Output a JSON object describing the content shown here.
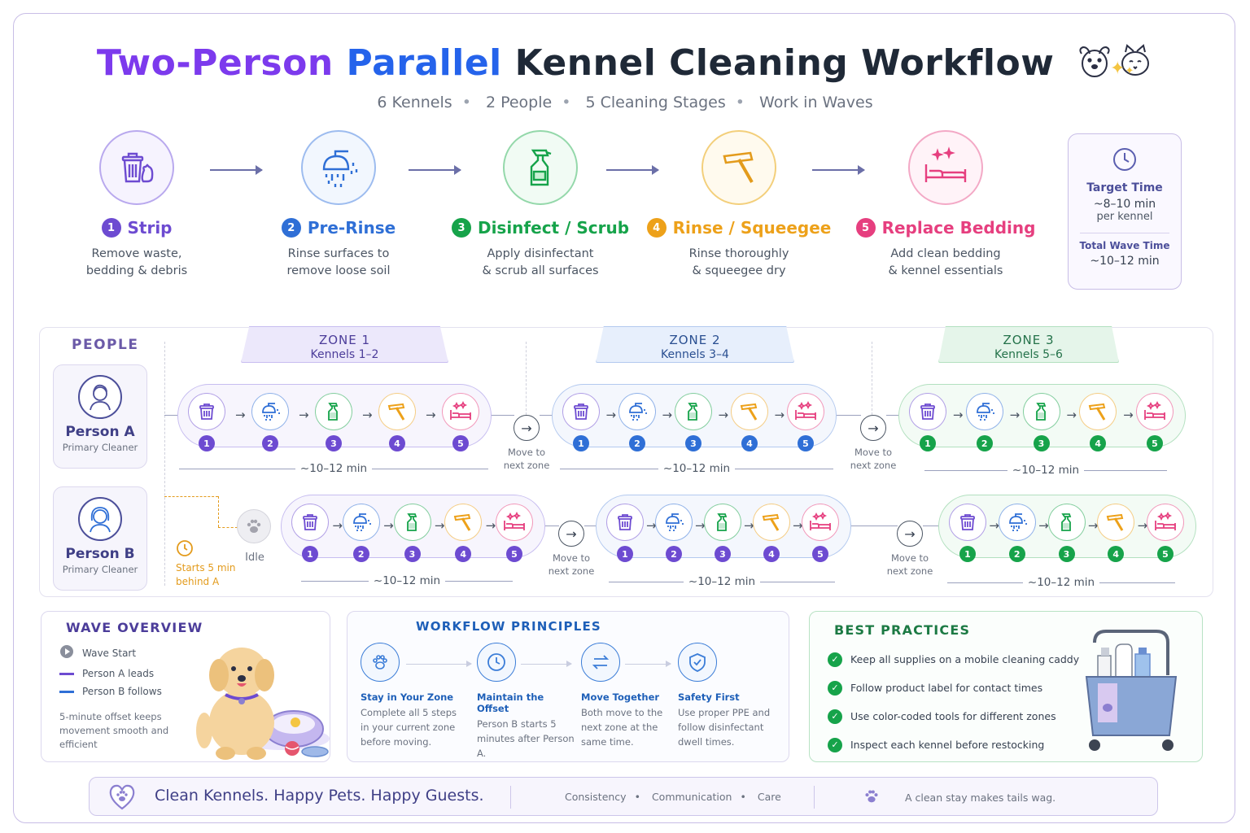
{
  "header": {
    "title_part1": "Two-Person",
    "title_part2": "Parallel",
    "title_part3": "Kennel Cleaning Workflow",
    "subtitle_items": [
      "6 Kennels",
      "2 People",
      "5 Cleaning Stages",
      "Work in Waves"
    ]
  },
  "stages": [
    {
      "num": "1",
      "name": "Strip",
      "desc1": "Remove waste,",
      "desc2": "bedding & debris",
      "color": "#6d4bd1",
      "icon": "trash-icon"
    },
    {
      "num": "2",
      "name": "Pre-Rinse",
      "desc1": "Rinse surfaces to",
      "desc2": "remove loose soil",
      "color": "#2f6fd6",
      "icon": "shower-icon"
    },
    {
      "num": "3",
      "name": "Disinfect / Scrub",
      "desc1": "Apply disinfectant",
      "desc2": "& scrub all surfaces",
      "color": "#16a34a",
      "icon": "spray-bottle-icon"
    },
    {
      "num": "4",
      "name": "Rinse / Squeegee",
      "desc1": "Rinse thoroughly",
      "desc2": "& squeegee dry",
      "color": "#eda11a",
      "icon": "squeegee-icon"
    },
    {
      "num": "5",
      "name": "Replace Bedding",
      "desc1": "Add clean bedding",
      "desc2": "& kennel essentials",
      "color": "#e63f7f",
      "icon": "bed-icon"
    }
  ],
  "target": {
    "title": "Target Time",
    "value": "~8–10 min",
    "sub": "per kennel",
    "wave_title": "Total Wave Time",
    "wave_value": "~10–12 min"
  },
  "people_label": "PEOPLE",
  "people": [
    {
      "name": "Person A",
      "role": "Primary Cleaner"
    },
    {
      "name": "Person B",
      "role": "Primary Cleaner"
    }
  ],
  "zones": [
    {
      "title": "ZONE 1",
      "sub": "Kennels 1–2"
    },
    {
      "title": "ZONE 2",
      "sub": "Kennels 3–4"
    },
    {
      "title": "ZONE 3",
      "sub": "Kennels 5–6"
    }
  ],
  "duration_label": "~10–12 min",
  "move_label_1": "Move to",
  "move_label_2": "next zone",
  "idle_label": "Idle",
  "starts_label": "Starts 5 min behind A",
  "wave_overview": {
    "title": "WAVE OVERVIEW",
    "legend": [
      "Wave Start",
      "Person A leads",
      "Person B follows"
    ],
    "desc": "5-minute offset keeps movement smooth and efficient"
  },
  "principles": {
    "title": "WORKFLOW PRINCIPLES",
    "items": [
      {
        "head": "Stay in Your Zone",
        "text": "Complete all 5 steps in your current zone before moving.",
        "icon": "paws-icon"
      },
      {
        "head": "Maintain the Offset",
        "text": "Person B starts 5 minutes after Person A.",
        "icon": "clock-icon"
      },
      {
        "head": "Move Together",
        "text": "Both move to the next zone at the same time.",
        "icon": "swap-arrows-icon"
      },
      {
        "head": "Safety First",
        "text": "Use proper PPE and follow disinfectant dwell times.",
        "icon": "shield-check-icon"
      }
    ]
  },
  "best_practices": {
    "title": "BEST PRACTICES",
    "items": [
      "Keep all supplies on a mobile cleaning caddy",
      "Follow product label for contact times",
      "Use color-coded tools for different zones",
      "Inspect each kennel before restocking"
    ]
  },
  "footer": {
    "motto": "Clean Kennels. Happy Pets. Happy Guests.",
    "values": [
      "Consistency",
      "Communication",
      "Care"
    ],
    "tagline": "A clean stay makes tails wag."
  },
  "colors": {
    "purple": "#6d4bd1",
    "blue": "#2f6fd6",
    "green": "#16a34a",
    "yellow": "#eda11a",
    "pink": "#e63f7f",
    "zone1": "#ece8fb",
    "zone2": "#e7effc",
    "zone3": "#e5f5ea"
  }
}
